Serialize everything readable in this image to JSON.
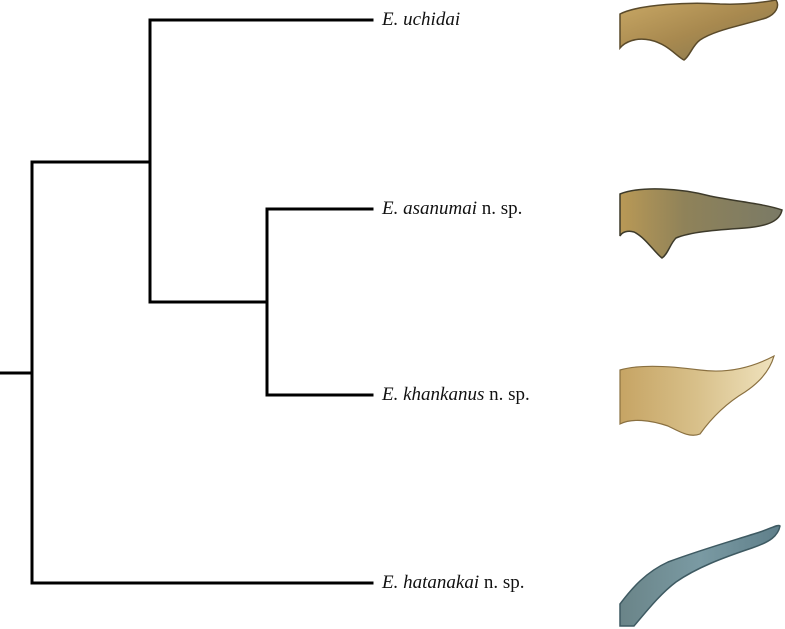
{
  "tree": {
    "taxa": [
      {
        "genus": "E.",
        "species": "uchidai",
        "suffix": ""
      },
      {
        "genus": "E.",
        "species": "asanumai",
        "suffix": "n. sp."
      },
      {
        "genus": "E.",
        "species": "khankanus",
        "suffix": "n. sp."
      },
      {
        "genus": "E.",
        "species": "hatanakai",
        "suffix": "n. sp."
      }
    ],
    "topology": "(((E. uchidai,(E. asanumai n. sp.,E. khankanus n. sp.)),E. hatanakai n. sp.))"
  },
  "colors": {
    "branch": "#000000",
    "specimen_brown": "#b8924f",
    "specimen_pale": "#d7bf86",
    "specimen_blue": "#6f8f95"
  }
}
